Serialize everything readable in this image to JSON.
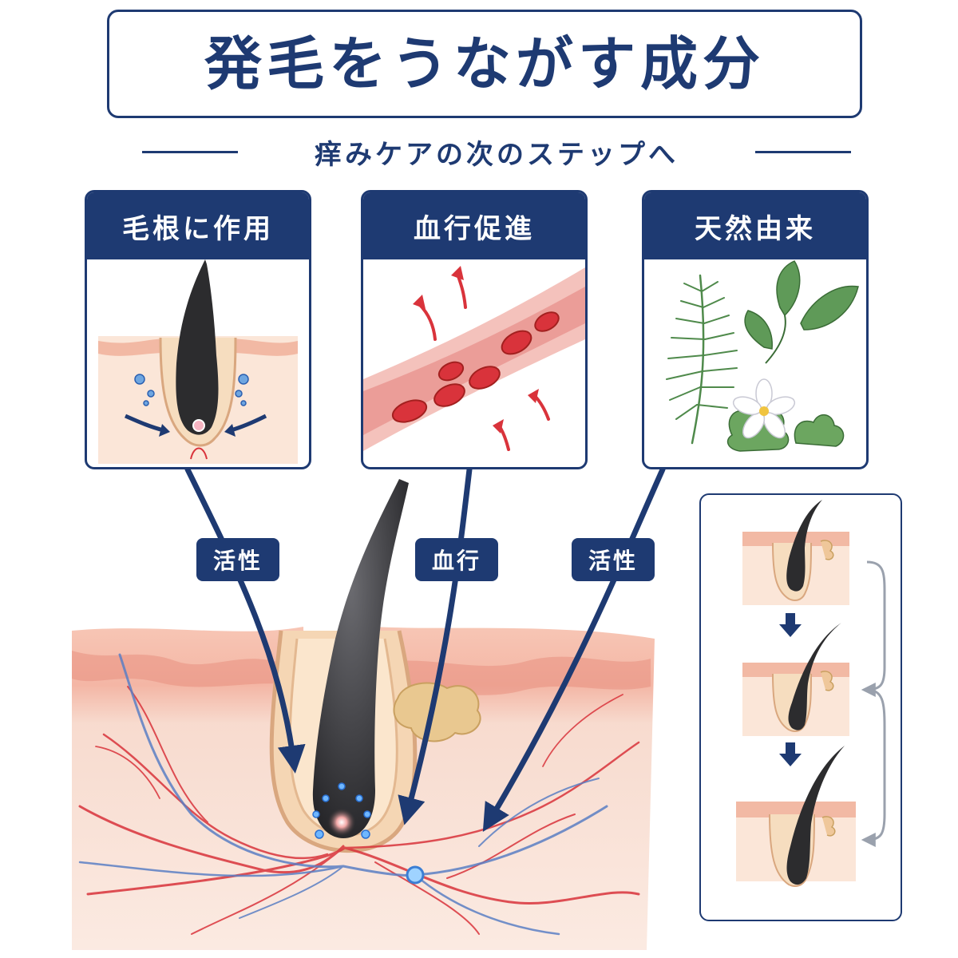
{
  "title": "発毛をうながす成分",
  "subtitle": "痒みケアの次のステップへ",
  "cards": [
    {
      "title": "毛根に作用",
      "icon": "hair-follicle-icon"
    },
    {
      "title": "血行促進",
      "icon": "blood-vessel-icon"
    },
    {
      "title": "天然由来",
      "icon": "herb-icon"
    }
  ],
  "tags": [
    "活性",
    "血行",
    "活性"
  ],
  "colors": {
    "navy": "#1e3a72",
    "skin": "#fbe1d4",
    "skin_dark": "#f3b9a5",
    "blood": "#d9333b",
    "vein": "#5b7fc4",
    "hair": "#2c2c2e",
    "leaf": "#4f8a4b"
  }
}
